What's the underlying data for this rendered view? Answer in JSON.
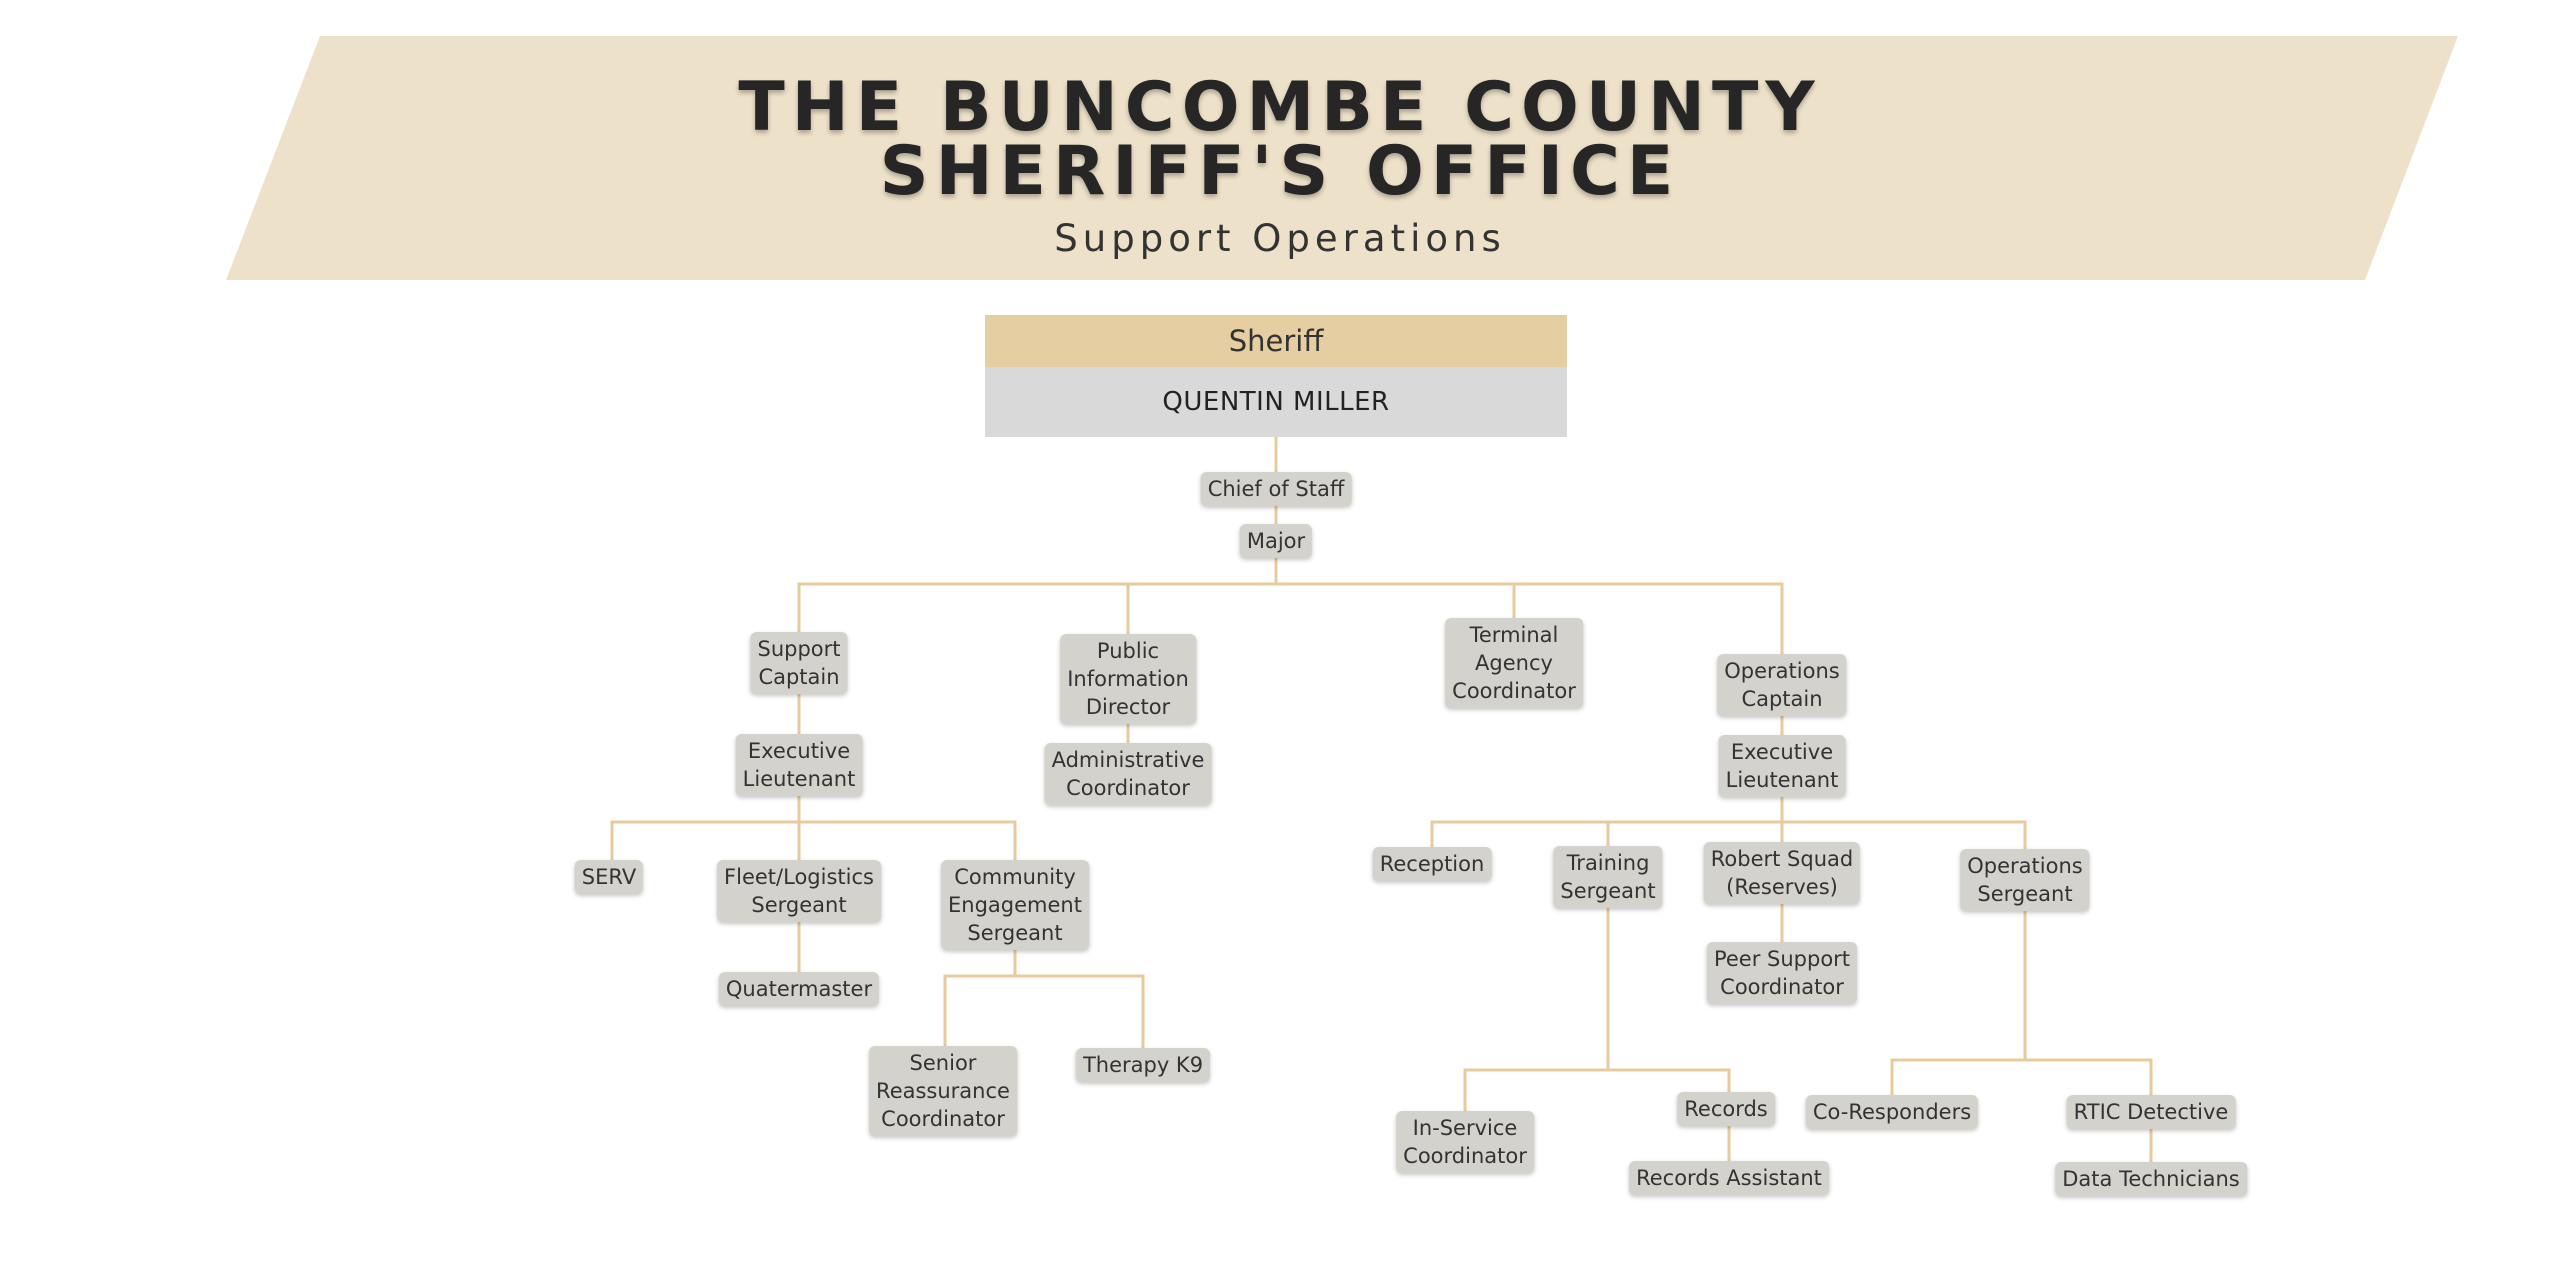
{
  "title": {
    "line1": "THE BUNCOMBE COUNTY",
    "line2": "SHERIFF'S OFFICE",
    "subtitle": "Support Operations"
  },
  "head": {
    "role": "Sheriff",
    "name": "QUENTIN MILLER"
  },
  "colors": {
    "banner": "#ede1c9",
    "header_fill": "#e6cea3",
    "name_fill": "#d9d9d9",
    "connector": "#e8cb9c",
    "node_fill": "#d4d2cd"
  },
  "nodes": [
    {
      "id": "chief-of-staff",
      "label": "Chief of Staff"
    },
    {
      "id": "major",
      "label": "Major"
    },
    {
      "id": "support-captain",
      "label": "Support\nCaptain"
    },
    {
      "id": "public-information-director",
      "label": "Public\nInformation\nDirector"
    },
    {
      "id": "terminal-agency-coordinator",
      "label": "Terminal\nAgency\nCoordinator"
    },
    {
      "id": "operations-captain",
      "label": "Operations\nCaptain"
    },
    {
      "id": "executive-lieutenant-support",
      "label": "Executive\nLieutenant"
    },
    {
      "id": "administrative-coordinator",
      "label": "Administrative\nCoordinator"
    },
    {
      "id": "executive-lieutenant-operations",
      "label": "Executive\nLieutenant"
    },
    {
      "id": "serv",
      "label": "SERV"
    },
    {
      "id": "fleet-logistics-sergeant",
      "label": "Fleet/Logistics\nSergeant"
    },
    {
      "id": "community-engagement-sergeant",
      "label": "Community\nEngagement\nSergeant"
    },
    {
      "id": "quatermaster",
      "label": "Quatermaster"
    },
    {
      "id": "senior-reassurance-coordinator",
      "label": "Senior\nReassurance\nCoordinator"
    },
    {
      "id": "therapy-k9",
      "label": "Therapy K9"
    },
    {
      "id": "reception",
      "label": "Reception"
    },
    {
      "id": "training-sergeant",
      "label": "Training\nSergeant"
    },
    {
      "id": "robert-squad-reserves",
      "label": "Robert Squad\n(Reserves)"
    },
    {
      "id": "operations-sergeant",
      "label": "Operations\nSergeant"
    },
    {
      "id": "peer-support-coordinator",
      "label": "Peer Support\nCoordinator"
    },
    {
      "id": "in-service-coordinator",
      "label": "In-Service\nCoordinator"
    },
    {
      "id": "records",
      "label": "Records"
    },
    {
      "id": "records-assistant",
      "label": "Records Assistant"
    },
    {
      "id": "co-responders",
      "label": "Co-Responders"
    },
    {
      "id": "rtic-detective",
      "label": "RTIC Detective"
    },
    {
      "id": "data-technicians",
      "label": "Data Technicians"
    }
  ]
}
